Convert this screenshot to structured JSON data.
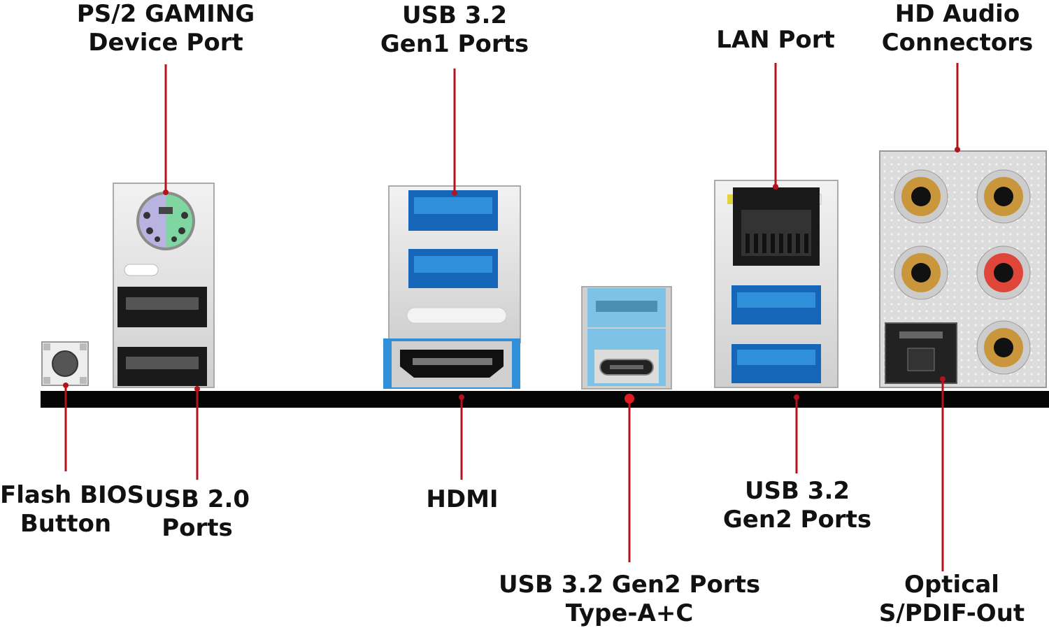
{
  "labels": {
    "ps2": {
      "line1": "PS/2 GAMING",
      "line2": "Device Port"
    },
    "usb32_gen1": {
      "line1": "USB 3.2",
      "line2": "Gen1 Ports"
    },
    "lan": {
      "line1": "LAN Port"
    },
    "hd_audio": {
      "line1": "HD Audio",
      "line2": "Connectors"
    },
    "flash_bios": {
      "line1": "Flash BIOS",
      "line2": "Button"
    },
    "usb20": {
      "line1": "USB 2.0",
      "line2": "Ports"
    },
    "hdmi": {
      "line1": "HDMI"
    },
    "usb32_gen2_ac": {
      "line1": "USB 3.2 Gen2 Ports",
      "line2": "Type-A+C"
    },
    "usb32_gen2": {
      "line1": "USB 3.2",
      "line2": "Gen2 Ports"
    },
    "optical": {
      "line1": "Optical",
      "line2": "S/PDIF-Out"
    }
  },
  "colors": {
    "leader": "#b5121b",
    "usb3_blue": "#2f8fd8",
    "typec_blue": "#7ec3e6",
    "ps2_purple": "#b8b3e0",
    "ps2_green": "#7fd6a0",
    "audio_gold": "#c9963c",
    "audio_red": "#e0453a"
  }
}
